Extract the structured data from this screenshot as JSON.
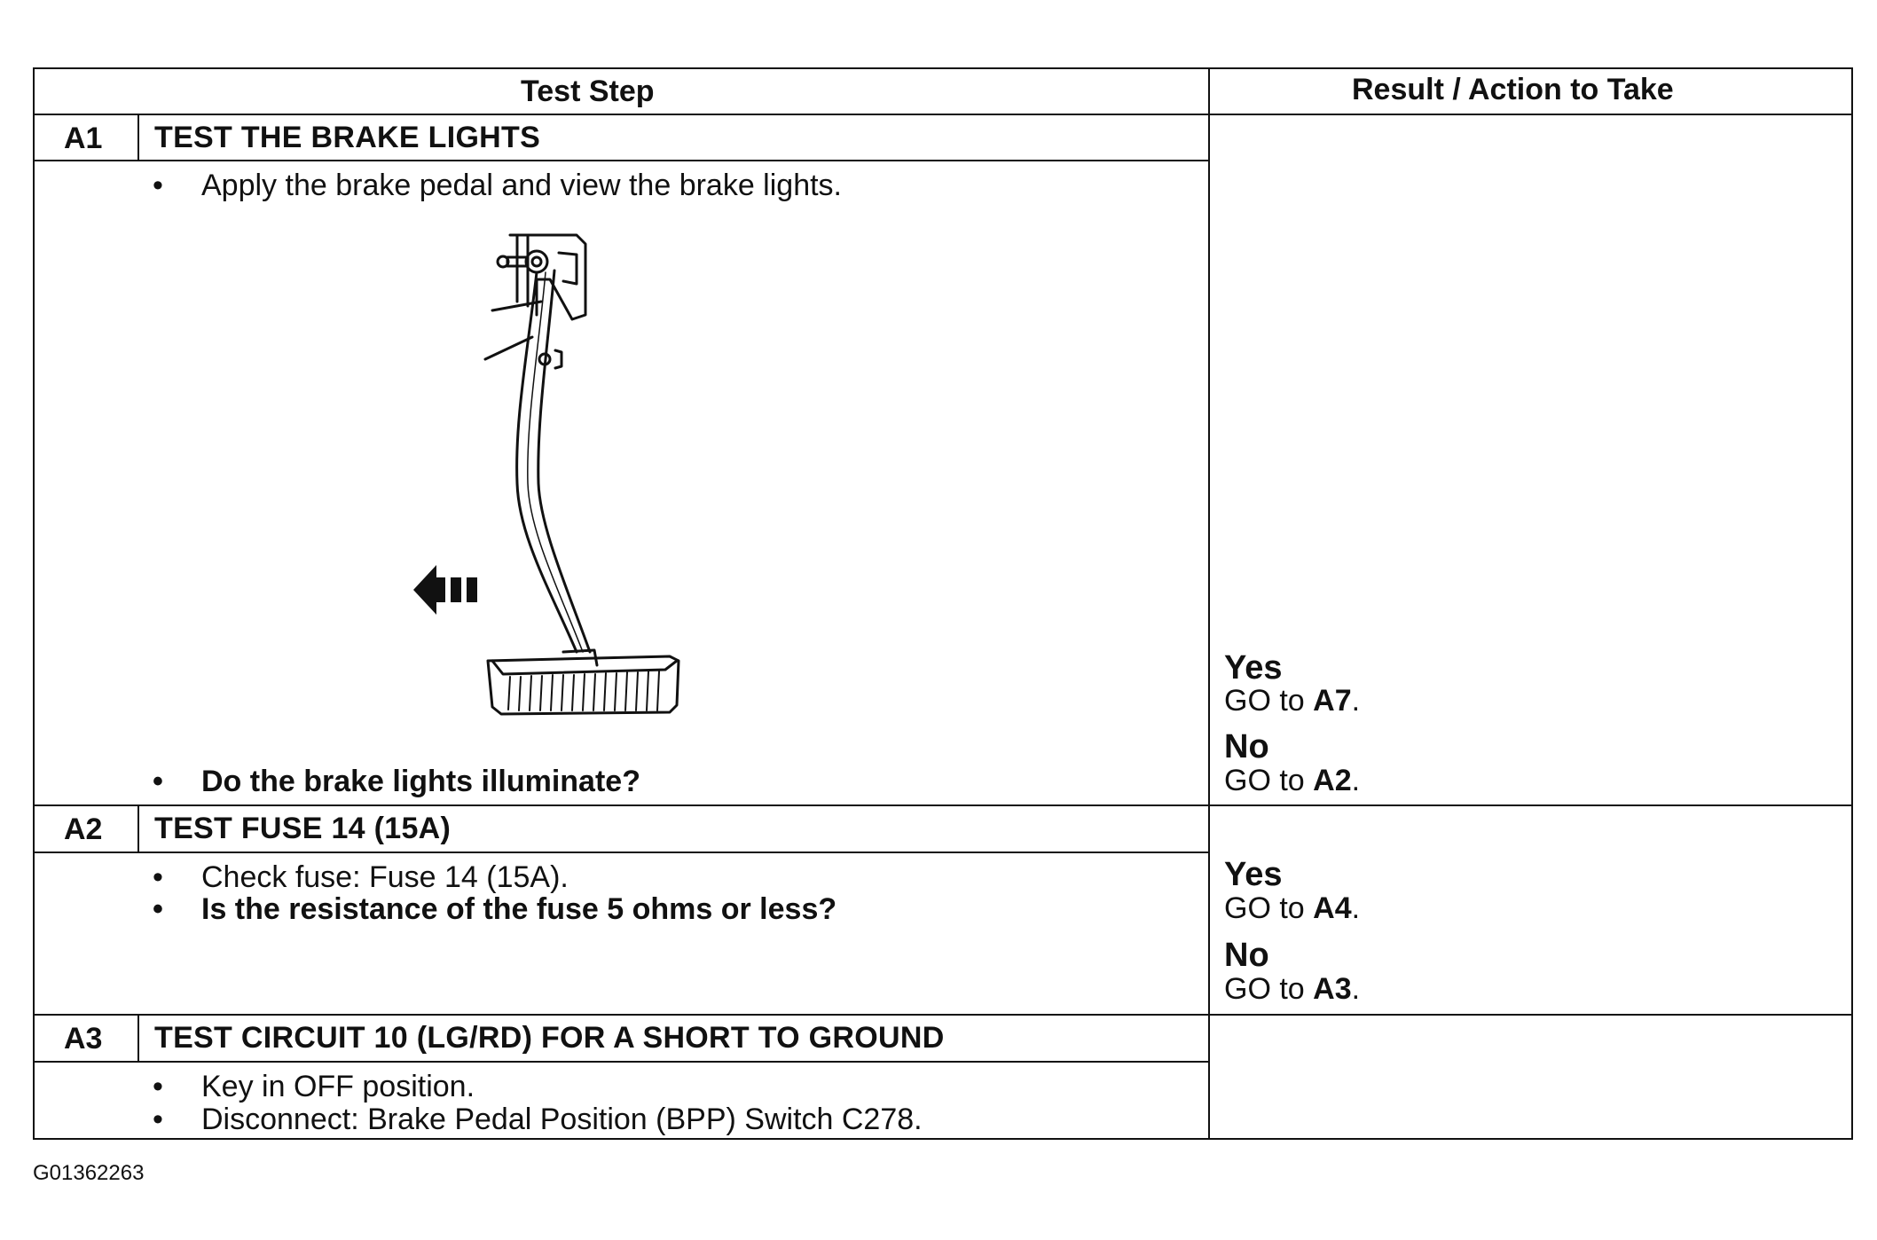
{
  "table": {
    "header_left": "Test Step",
    "header_right": "Result / Action to Take"
  },
  "steps": [
    {
      "id": "A1",
      "title": "TEST THE BRAKE LIGHTS",
      "instructions": [
        "Apply the brake pedal and view the brake lights.",
        "Do the brake lights illuminate?"
      ],
      "results": [
        {
          "answer": "Yes",
          "go_prefix": "GO to",
          "target": "A7",
          "suffix": "."
        },
        {
          "answer": "No",
          "go_prefix": "GO to",
          "target": "A2",
          "suffix": "."
        }
      ]
    },
    {
      "id": "A2",
      "title": "TEST FUSE 14 (15A)",
      "instructions": [
        "Check fuse: Fuse 14 (15A).",
        "Is the resistance of the fuse 5 ohms or less?"
      ],
      "results": [
        {
          "answer": "Yes",
          "go_prefix": "GO to",
          "target": "A4",
          "suffix": "."
        },
        {
          "answer": "No",
          "go_prefix": "GO to",
          "target": "A3",
          "suffix": "."
        }
      ]
    },
    {
      "id": "A3",
      "title": "TEST CIRCUIT 10 (LG/RD) FOR A SHORT TO GROUND",
      "instructions": [
        "Key in OFF position.",
        "Disconnect: Brake Pedal Position (BPP) Switch C278."
      ]
    }
  ],
  "bullet_glyph": "•",
  "figure_id": "G01362263",
  "icons": {
    "illustration": "brake-pedal-illustration-icon",
    "arrow": "push-direction-arrow-icon"
  },
  "colors": {
    "ink": "#111111",
    "paper": "#ffffff"
  }
}
